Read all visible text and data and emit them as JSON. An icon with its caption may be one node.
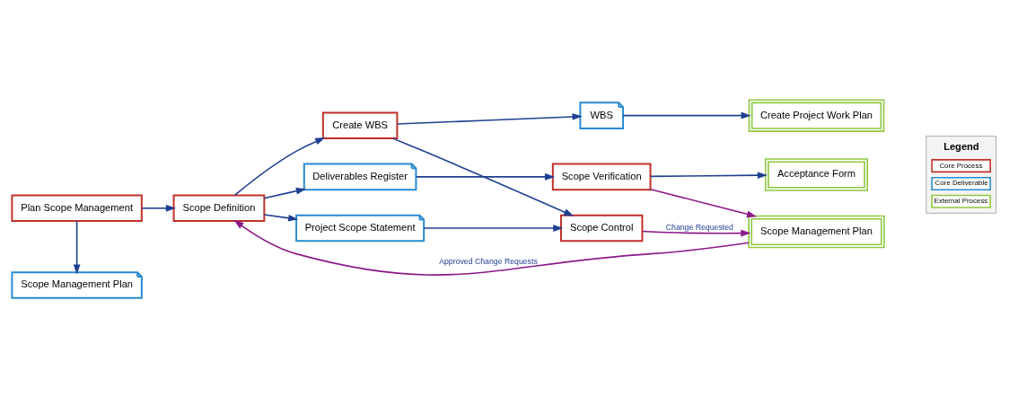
{
  "diagram": {
    "nodes": [
      {
        "text": [
          "Scope Management Plan"
        ]
      },
      {
        "text": [
          "Plan Scope Management"
        ]
      },
      {
        "text": [
          "Scope Definition"
        ]
      },
      {
        "text": [
          "Create WBS"
        ]
      },
      {
        "text": [
          "Scope Control"
        ]
      },
      {
        "text": [
          "Scope Verification"
        ]
      },
      {
        "text": [
          "Acceptance Form"
        ]
      },
      {
        "text": [
          "Scope Management Plan"
        ]
      },
      {
        "text": [
          "Deliverables Register"
        ]
      },
      {
        "text": [
          "Project Scope Statement"
        ]
      },
      {
        "text": [
          "WBS"
        ]
      },
      {
        "text": [
          "Create Project Work Plan"
        ]
      }
    ],
    "edges": [
      {
        "from": 1,
        "to": 0,
        "arrow": "to"
      },
      {
        "from": 7,
        "to": 2,
        "arrow": "to",
        "label": "Approved Change Requests",
        "color": "#8b1a89"
      },
      {
        "from": 1,
        "to": 2,
        "arrow": "to"
      },
      {
        "from": 2,
        "to": 3,
        "arrow": "to"
      },
      {
        "from": 3,
        "to": 4,
        "arrow": "to"
      },
      {
        "from": 4,
        "to": 7,
        "arrow": "to",
        "label": "Change Requested",
        "color": "#8b1a89"
      },
      {
        "from": 5,
        "to": 7,
        "arrow": "to",
        "color": "#8b1a89"
      },
      {
        "from": 5,
        "to": 6,
        "arrow": "to"
      },
      {
        "from": 2,
        "to": 8,
        "arrow": "to"
      },
      {
        "from": 2,
        "to": 9,
        "arrow": "to"
      },
      {
        "from": 3,
        "to": 10,
        "arrow": "to"
      },
      {
        "from": 10,
        "to": 11,
        "arrow": "to"
      },
      {
        "from": 9,
        "to": 4,
        "arrow": "to"
      },
      {
        "from": 8,
        "to": 5,
        "arrow": "to"
      }
    ],
    "labels": [
      "Legend"
    ],
    "legend": [
      {
        "text": "Core Process"
      },
      {
        "text": "Core Deliverable"
      },
      {
        "text": "External Process"
      }
    ]
  }
}
